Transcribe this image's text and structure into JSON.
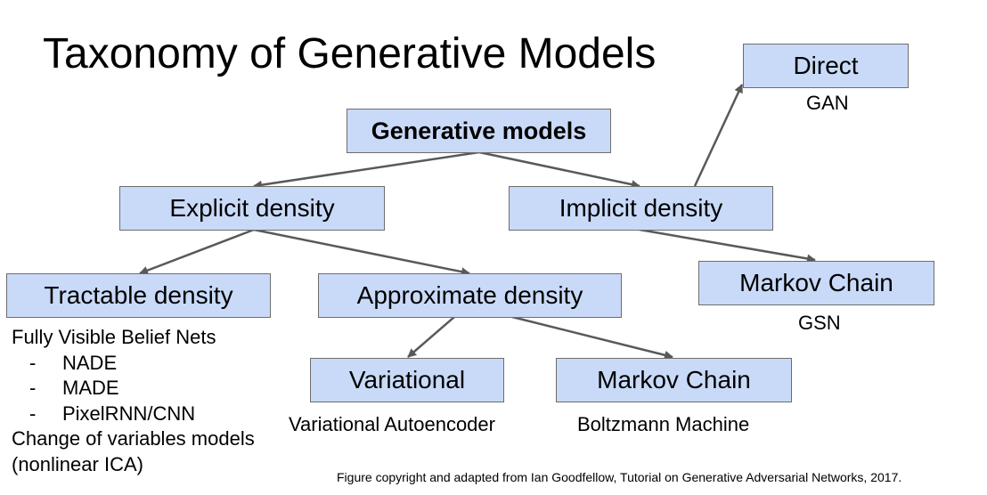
{
  "title": "Taxonomy of Generative Models",
  "nodes": {
    "generative_models": "Generative models",
    "explicit_density": "Explicit density",
    "implicit_density": "Implicit density",
    "direct": "Direct",
    "markov_chain_implicit": "Markov Chain",
    "tractable_density": "Tractable density",
    "approximate_density": "Approximate density",
    "variational": "Variational",
    "markov_chain_approx": "Markov Chain"
  },
  "labels": {
    "gan": "GAN",
    "gsn": "GSN",
    "variational_autoencoder": "Variational Autoencoder",
    "boltzmann_machine": "Boltzmann Machine"
  },
  "tractable_list": {
    "fvbn": "Fully Visible Belief Nets",
    "dash": "-",
    "nade": "NADE",
    "made": "MADE",
    "pixelrnn": "PixelRNN/CNN",
    "change_of_vars": "Change of variables models",
    "nonlinear_ica": "(nonlinear ICA)"
  },
  "caption": "Figure copyright and adapted from Ian Goodfellow, Tutorial on Generative Adversarial Networks, 2017.",
  "colors": {
    "node_fill": "#c9daf8",
    "node_border": "#6d6d6d",
    "edge": "#595959"
  }
}
